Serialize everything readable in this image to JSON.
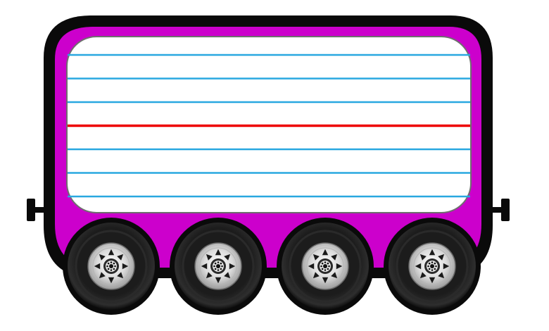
{
  "colors": {
    "outline": "#0a0a0a",
    "body": "#cc00cc",
    "panel": "#ffffff",
    "panel_border": "#6f6f6f",
    "ruled_line": "#29a8e0",
    "midline": "#ee0000",
    "tire": "#141414",
    "tire_tread": "#2a2a2a",
    "hub": "#d0d0d0",
    "hub_dark": "#8a8a8a",
    "coupler": "#0a0a0a"
  },
  "icons": {
    "wagon": "train-wagon-icon",
    "wheel": "wheel-icon",
    "coupler": "coupler-icon"
  },
  "panel": {
    "ruled_line_count": 7,
    "midline_index": 3
  },
  "wheels": {
    "count": 4
  }
}
